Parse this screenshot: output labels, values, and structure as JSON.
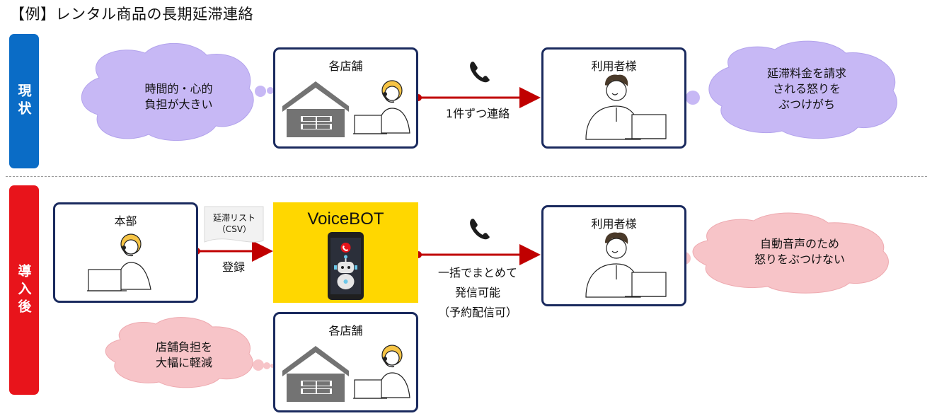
{
  "title": "【例】レンタル商品の長期延滞連絡",
  "sections": {
    "current": "現状",
    "after": "導入後"
  },
  "current_flow": {
    "store_box": "各店舗",
    "user_box": "利用者様",
    "call_label": "1件ずつ連絡",
    "store_bubble": [
      "時間的・心的",
      "負担が大きい"
    ],
    "user_bubble": [
      "延滞料金を請求",
      "される怒りを",
      "ぶつけがち"
    ]
  },
  "after_flow": {
    "hq_box": "本部",
    "doc_label": [
      "延滞リスト",
      "（CSV）"
    ],
    "register_label": "登録",
    "voicebot_title": "VoiceBOT",
    "call_label": [
      "一括でまとめて",
      "発信可能",
      "（予約配信可）"
    ],
    "user_box": "利用者様",
    "user_bubble": [
      "自動音声のため",
      "怒りをぶつけない"
    ],
    "store_box": "各店舗",
    "store_bubble": [
      "店舗負担を",
      "大幅に軽減"
    ]
  },
  "colors": {
    "blue": "#0a6cc6",
    "red": "#e8141b",
    "navy": "#1a2a5e",
    "arrow": "#c00000",
    "lavender": "#c7b8f5",
    "pink": "#f7c4c8",
    "yellow": "#ffd700"
  },
  "icons": [
    "phone-icon",
    "store-icon",
    "operator-icon",
    "customer-icon",
    "robot-icon",
    "smartphone-icon",
    "document-icon"
  ]
}
